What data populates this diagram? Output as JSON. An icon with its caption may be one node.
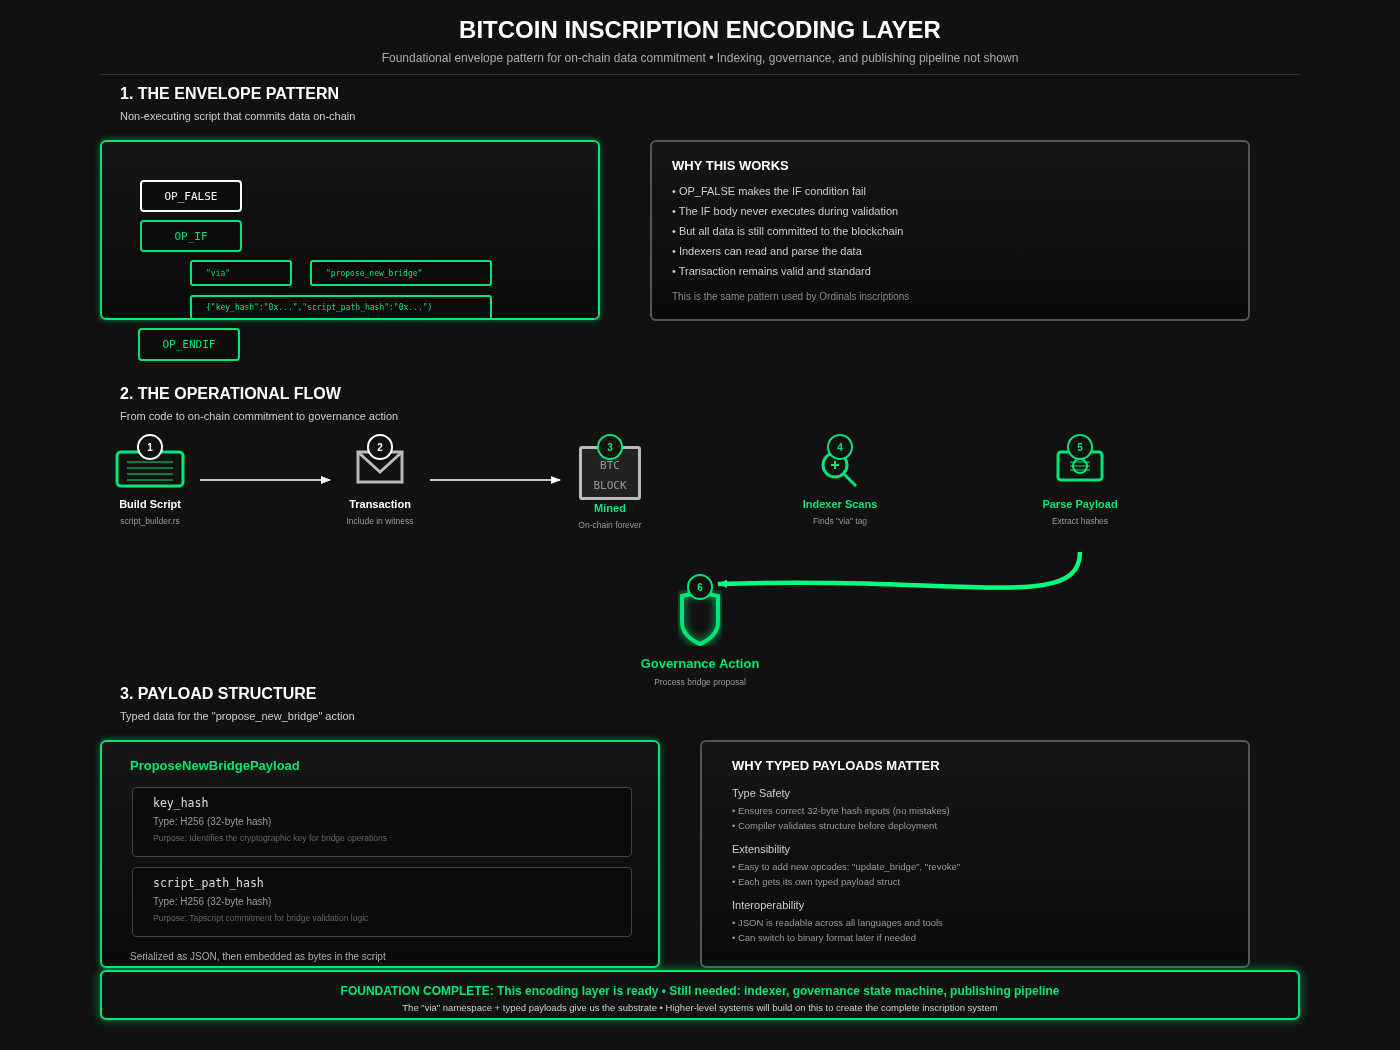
{
  "diagram": {
    "title": "BITCOIN INSCRIPTION ENCODING LAYER",
    "caption": "Foundational envelope pattern for on-chain data commitment • Indexing, governance, and publishing pipeline not shown",
    "nodes": [
      {
        "text": [],
        "shape": "box"
      },
      {
        "text": [
          "OP_FALSE"
        ],
        "in": 0
      },
      {
        "text": [
          "OP_IF"
        ],
        "in": 0
      },
      {
        "text": [
          "\"via\""
        ],
        "in": 0
      },
      {
        "text": [
          "\"propose_new_bridge\""
        ],
        "in": 0
      },
      {
        "text": [
          "{\"key_hash\":\"0x...\",\"script_path_hash\":\"0x...\")"
        ],
        "in": 0
      },
      {
        "text": [
          "OP_ENDIF"
        ]
      },
      {
        "text": [
          "WHY THIS WORKS",
          "• OP_FALSE makes the IF condition fail",
          "• The IF body never executes during validation",
          "• But all data is still committed to the blockchain",
          "• Indexers can read and parse the data",
          "• Transaction remains valid and standard",
          "This is the same pattern used by Ordinals inscriptions"
        ]
      },
      {
        "text": [
          "1",
          "Build Script",
          "script_builder.rs"
        ]
      },
      {
        "text": [
          "2",
          "Transaction",
          "Include in witness"
        ]
      },
      {
        "text": [
          "3",
          "BTC BLOCK",
          "Mined",
          "On-chain forever"
        ]
      },
      {
        "text": [
          "4",
          "Indexer Scans",
          "Finds \"via\" tag"
        ]
      },
      {
        "text": [
          "5",
          "Parse Payload",
          "Extract hashes"
        ]
      },
      {
        "text": [
          "6",
          "Governance Action",
          "Process bridge proposal"
        ]
      },
      {
        "text": [
          "ProposeNewBridgePayload",
          "Serialized as JSON, then embedded as bytes in the script"
        ]
      },
      {
        "text": [
          "key_hash",
          "Type: H256 (32-byte hash)",
          "Purpose: Identifies the cryptographic key for bridge operations"
        ],
        "in": 14
      },
      {
        "text": [
          "script_path_hash",
          "Type: H256 (32-byte hash)",
          "Purpose: Tapscript commitment for bridge validation logic"
        ],
        "in": 14
      },
      {
        "text": [
          "WHY TYPED PAYLOADS MATTER",
          "Type Safety",
          "• Ensures correct 32-byte hash inputs (no mistakes)",
          "• Compiler validates structure before deployment",
          "Extensibility",
          "• Easy to add new opcodes: \"update_bridge\", \"revoke\"",
          "• Each gets its own typed payload struct",
          "Interoperability",
          "• JSON is readable across all languages and tools",
          "• Can switch to binary format later if needed"
        ]
      },
      {
        "text": [
          "FOUNDATION COMPLETE: This encoding layer is ready • Still needed: indexer, governance state machine, publishing pipeline",
          "The \"via\" namespace + typed payloads give us the substrate • Higher-level systems will build on this to create the complete inscription system"
        ]
      }
    ],
    "edges": [
      {
        "from": 8,
        "to": 9,
        "arrow": "to"
      },
      {
        "from": 9,
        "to": 10,
        "arrow": "to"
      },
      {
        "from": 12,
        "to": 13,
        "arrow": "to",
        "style": "thick",
        "color": "#00ff7f"
      }
    ],
    "labels": [
      "1. THE ENVELOPE PATTERN",
      "Non-executing script that commits data on-chain",
      "2. THE OPERATIONAL FLOW",
      "From code to on-chain commitment to governance action",
      "3. PAYLOAD STRUCTURE",
      "Typed data for the \"propose_new_bridge\" action"
    ]
  }
}
